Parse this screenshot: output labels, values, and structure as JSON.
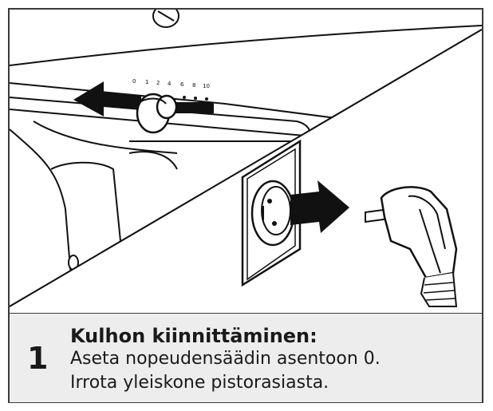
{
  "speed_scale": [
    "0",
    "1",
    "2",
    "4",
    "6",
    "8",
    "10"
  ],
  "caption": {
    "step_number": "1",
    "title": "Kulhon kiinnittäminen:",
    "line1": "Aseta nopeudensäädin asentoon 0.",
    "line2": "Irrota yleiskone pistorasiasta."
  }
}
